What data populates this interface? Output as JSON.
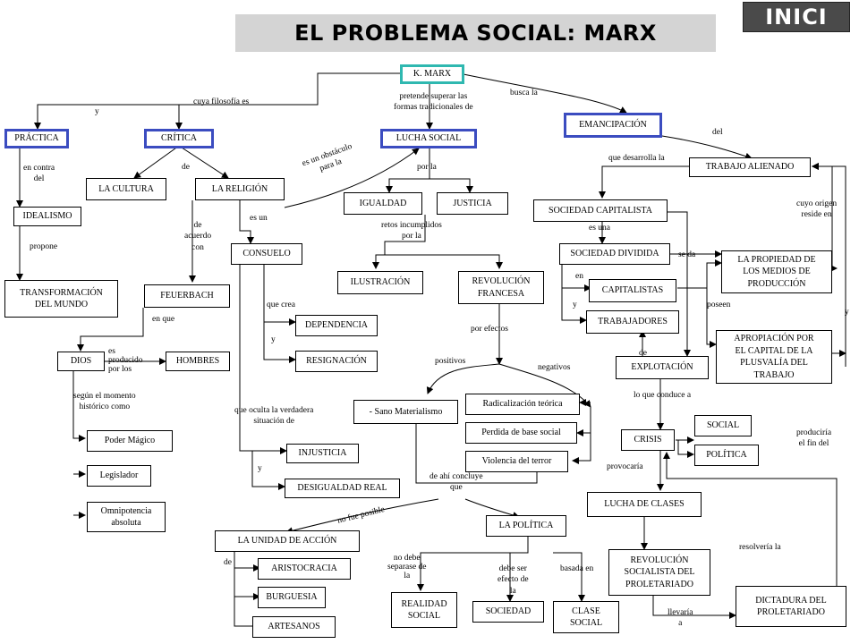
{
  "header": {
    "title": "EL PROBLEMA SOCIAL: MARX",
    "home_button": "INICI"
  },
  "nodes": {
    "kmarx": "K. MARX",
    "practica": "PRÁCTICA",
    "critica": "CRÍTICA",
    "lucha_social": "LUCHA SOCIAL",
    "emancipacion": "EMANCIPACIÓN",
    "cultura": "LA CULTURA",
    "religion": "LA RELIGIÓN",
    "idealismo": "IDEALISMO",
    "transformacion": "TRANSFORMACIÓN\nDEL MUNDO",
    "igualdad": "IGUALDAD",
    "justicia": "JUSTICIA",
    "consuelo": "CONSUELO",
    "feuerbach": "FEUERBACH",
    "ilustracion": "ILUSTRACIÓN",
    "revolucion_francesa": "REVOLUCIÓN\nFRANCESA",
    "dependencia": "DEPENDENCIA",
    "resignacion": "RESIGNACIÓN",
    "dios": "DIOS",
    "hombres": "HOMBRES",
    "poder_magico": "Poder Mágico",
    "legislador": "Legislador",
    "omnipotencia": "Omnipotencia\nabsoluta",
    "sano_materialismo": "- Sano Materialismo",
    "radicalizacion": "Radicalización teórica",
    "perdida_base": "Perdida de base social",
    "violencia_terror": "Violencia del terror",
    "injusticia": "INJUSTICIA",
    "desigualdad": "DESIGUALDAD REAL",
    "unidad_accion": "LA UNIDAD DE ACCIÓN",
    "aristocracia": "ARISTOCRACIA",
    "burguesia": "BURGUESIA",
    "artesanos": "ARTESANOS",
    "la_politica": "LA POLÍTICA",
    "realidad_social": "REALIDAD\nSOCIAL",
    "sociedad": "SOCIEDAD",
    "clase_social": "CLASE\nSOCIAL",
    "trabajo_alienado": "TRABAJO ALIENADO",
    "sociedad_capitalista": "SOCIEDAD CAPITALISTA",
    "sociedad_dividida": "SOCIEDAD DIVIDIDA",
    "capitalistas": "CAPITALISTAS",
    "trabajadores": "TRABAJADORES",
    "propiedad_medios": "LA PROPIEDAD DE\nLOS MEDIOS DE\nPRODUCCIÓN",
    "apropiacion": "APROPIACIÓN POR\nEL CAPITAL DE LA\nPLUSVALÍA DEL\nTRABAJO",
    "explotacion": "EXPLOTACIÓN",
    "crisis": "CRISIS",
    "social": "SOCIAL",
    "politica_crisis": "POLÍTICA",
    "lucha_clases": "LUCHA DE CLASES",
    "revolucion_socialista": "REVOLUCIÓN\nSOCIALISTA DEL\nPROLETARIADO",
    "dictadura": "DICTADURA DEL\nPROLETARIADO"
  },
  "links": {
    "y_top": "y",
    "cuya_filosofia": "cuya filosofía es",
    "pretende_superar": "pretende superar las\nformas tradicionales de",
    "busca_la": "busca la",
    "del_top": "del",
    "en_contra_del": "en contra\ndel",
    "de_critica": "de",
    "propone": "propone",
    "obstaculo": "es un obstáculo\npara la",
    "por_la_1": "por la",
    "retos": "retos incumplidos\npor la",
    "es_un": "es un",
    "de_acuerdo_con": "de\nacuerdo\ncon",
    "en_que": "en que",
    "es_producido": "es\nproducido\npor los",
    "segun_momento": "según el momento\nhistórico como",
    "que_crea": "que crea",
    "y_consuelo": "y",
    "por_efectos": "por efectos",
    "positivos": "positivos",
    "negativos": "negativos",
    "oculta": "que oculta la verdadera\nsituación de",
    "y_injusticia": "y",
    "de_ahi": "de ahí concluye\nque",
    "no_fue_posible": "no fue posible",
    "de_unidad": "de",
    "no_debe": "no debe\nseparase de\nla",
    "debe_ser": "debe ser\nefecto de\nla",
    "basada_en": "basada en",
    "que_desarrolla": "que desarrolla la",
    "cuyo_origen": "cuyo origen\nreside en",
    "es_una": "es una",
    "se_da": "se da",
    "en_div": "en",
    "y_div": "y",
    "poseen": "poseen",
    "y_right": "y",
    "de_trab": "de",
    "lo_que_conduce": "lo que conduce a",
    "provocaria": "provocaría",
    "produciria": "produciría\nel fin del",
    "resolveria": "resolvería la",
    "llevaria": "llevaría\na"
  }
}
